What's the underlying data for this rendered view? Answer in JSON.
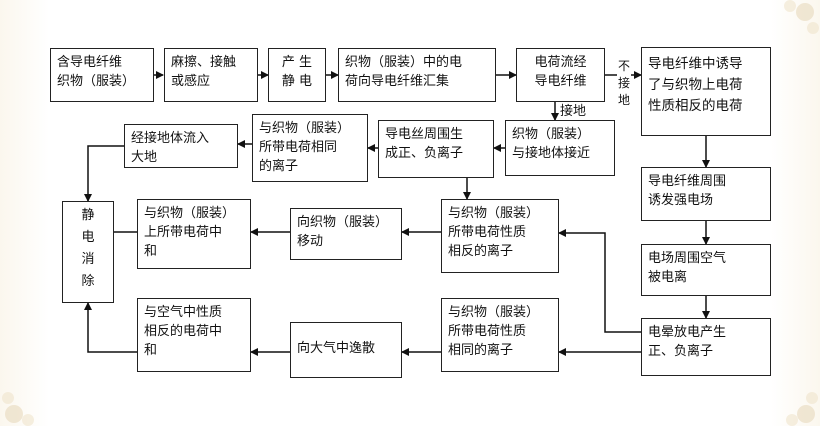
{
  "nodes": {
    "n1": "含导电纤维\n织物（服装）",
    "n2": "麻擦、接触\n或感应",
    "n3": "产  生\n静  电",
    "n4": "织物（服装）中的电\n荷向导电纤维汇集",
    "n5": "电荷流经\n导电纤维",
    "n6": "导电纤维中诱导\n了与织物上电荷\n性质相反的电荷",
    "n7": "织物（服装）\n与接地体接近",
    "n8": "导电丝周围生\n成正、负离子",
    "n9": "与织物（服装）\n所带电荷相同\n的离子",
    "n10": "经接地体流入\n大地",
    "n11": "导电纤维周围\n诱发强电场",
    "n12": "电场周围空气\n被电离",
    "n13": "电晕放电产生\n正、负离子",
    "n14": "与织物（服装）\n所带电荷性质\n相反的离子",
    "n15": "向织物（服装）\n移动",
    "n16": "与织物（服装）\n上所带电荷中\n和",
    "n17": "与织物（服装）\n所带电荷性质\n相同的离子",
    "n18": "向大气中逸散",
    "n19": "与空气中性质\n相反的电荷中\n和",
    "n20": "静\n电\n消\n除"
  },
  "labels": {
    "ground": "接地",
    "not_ground": "不\n接\n地"
  }
}
